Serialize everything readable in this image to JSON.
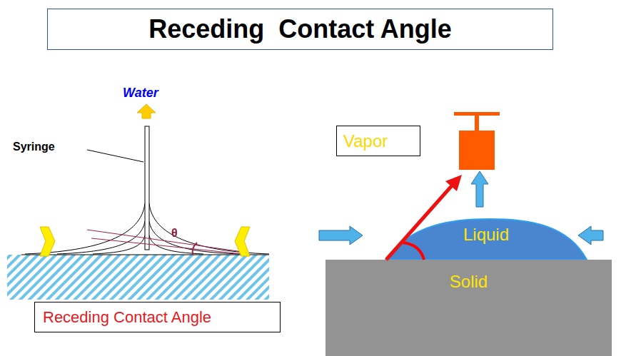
{
  "diagram": {
    "title": "Receding  Contact Angle",
    "nodes": [
      {
        "text": [
          "Receding Contact Angle"
        ]
      },
      {
        "text": [
          "Vapor"
        ]
      },
      {
        "text": [
          "Liquid"
        ]
      },
      {
        "text": [
          "Solid"
        ]
      }
    ],
    "labels": [
      "Water",
      "Syringe",
      "θ"
    ]
  }
}
